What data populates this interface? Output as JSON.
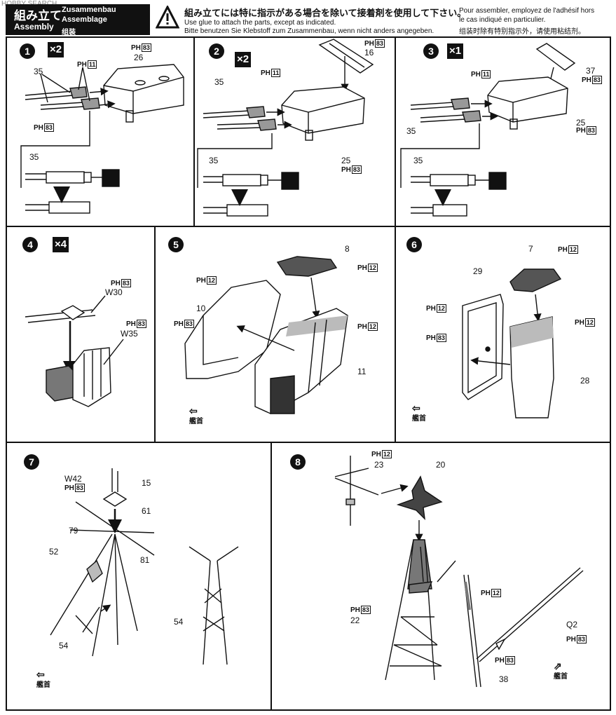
{
  "watermark": "HOBBY SEARCH",
  "header": {
    "title_jp": "組み立て",
    "title_en": "Assembly",
    "title_de": "Zusammenbau",
    "title_fr": "Assemblage",
    "title_cn": "组装",
    "warning_jp": "組み立てには特に指示がある場合を除いて接着剤を使用して下さい。",
    "warning_en": "Use glue to attach the parts, except as indicated.",
    "warning_de": "Bitte benutzen Sie Klebstoff zum Zusammenbau, wenn nicht anders angegeben.",
    "warning_fr1": "Pour assembler, employez de l'adhésif hors",
    "warning_fr2": "le cas indiqué en particulier.",
    "warning_cn": "组装时除有特别指示外，请使用粘结剂。"
  },
  "steps": [
    {
      "num": "1",
      "mult": "×2",
      "parts": {
        "p35a": "35",
        "p35b": "35",
        "p26": "26",
        "ph11": "11",
        "ph83a": "83",
        "ph83b": "83"
      }
    },
    {
      "num": "2",
      "mult": "×2",
      "parts": {
        "p16": "16",
        "p35a": "35",
        "p35b": "35",
        "p25": "25",
        "ph11": "11",
        "ph83a": "83",
        "ph83b": "83"
      }
    },
    {
      "num": "3",
      "mult": "×1",
      "parts": {
        "p37": "37",
        "p35a": "35",
        "p35b": "35",
        "p25": "25",
        "ph11": "11",
        "ph83a": "83",
        "ph83b": "83"
      }
    },
    {
      "num": "4",
      "mult": "×4",
      "parts": {
        "w30": "W30",
        "w35": "W35",
        "ph83a": "83",
        "ph83b": "83"
      }
    },
    {
      "num": "5",
      "parts": {
        "p8": "8",
        "p10": "10",
        "p11": "11",
        "ph12a": "12",
        "ph12b": "12",
        "ph12c": "12",
        "ph83": "83"
      },
      "bow": "艦首"
    },
    {
      "num": "6",
      "parts": {
        "p7": "7",
        "p29": "29",
        "p28": "28",
        "ph12a": "12",
        "ph12b": "12",
        "ph12c": "12",
        "ph83": "83"
      },
      "bow": "艦首"
    },
    {
      "num": "7",
      "parts": {
        "w42": "W42",
        "p15": "15",
        "p61": "61",
        "p79": "79",
        "p52": "52",
        "p81": "81",
        "p54a": "54",
        "p54b": "54",
        "ph83": "83"
      },
      "bow": "艦首"
    },
    {
      "num": "8",
      "parts": {
        "p23": "23",
        "p20": "20",
        "p22": "22",
        "q2": "Q2",
        "p38": "38",
        "ph12": "12",
        "ph83": "83"
      },
      "bow": "艦首"
    }
  ],
  "ph_prefix": "PH"
}
